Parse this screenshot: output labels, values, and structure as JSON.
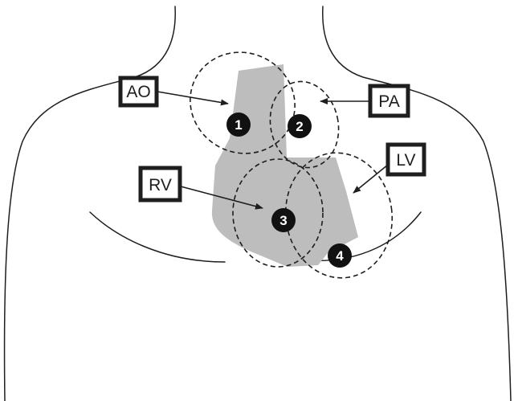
{
  "colors": {
    "background": "#ffffff",
    "outline": "#1e1e1e",
    "heart": "#bdbdbd",
    "marker": "#111111",
    "marker_text": "#ffffff"
  },
  "labels": {
    "ao": "AO",
    "pa": "PA",
    "rv": "RV",
    "lv": "LV"
  },
  "points": {
    "p1": "1",
    "p2": "2",
    "p3": "3",
    "p4": "4"
  }
}
